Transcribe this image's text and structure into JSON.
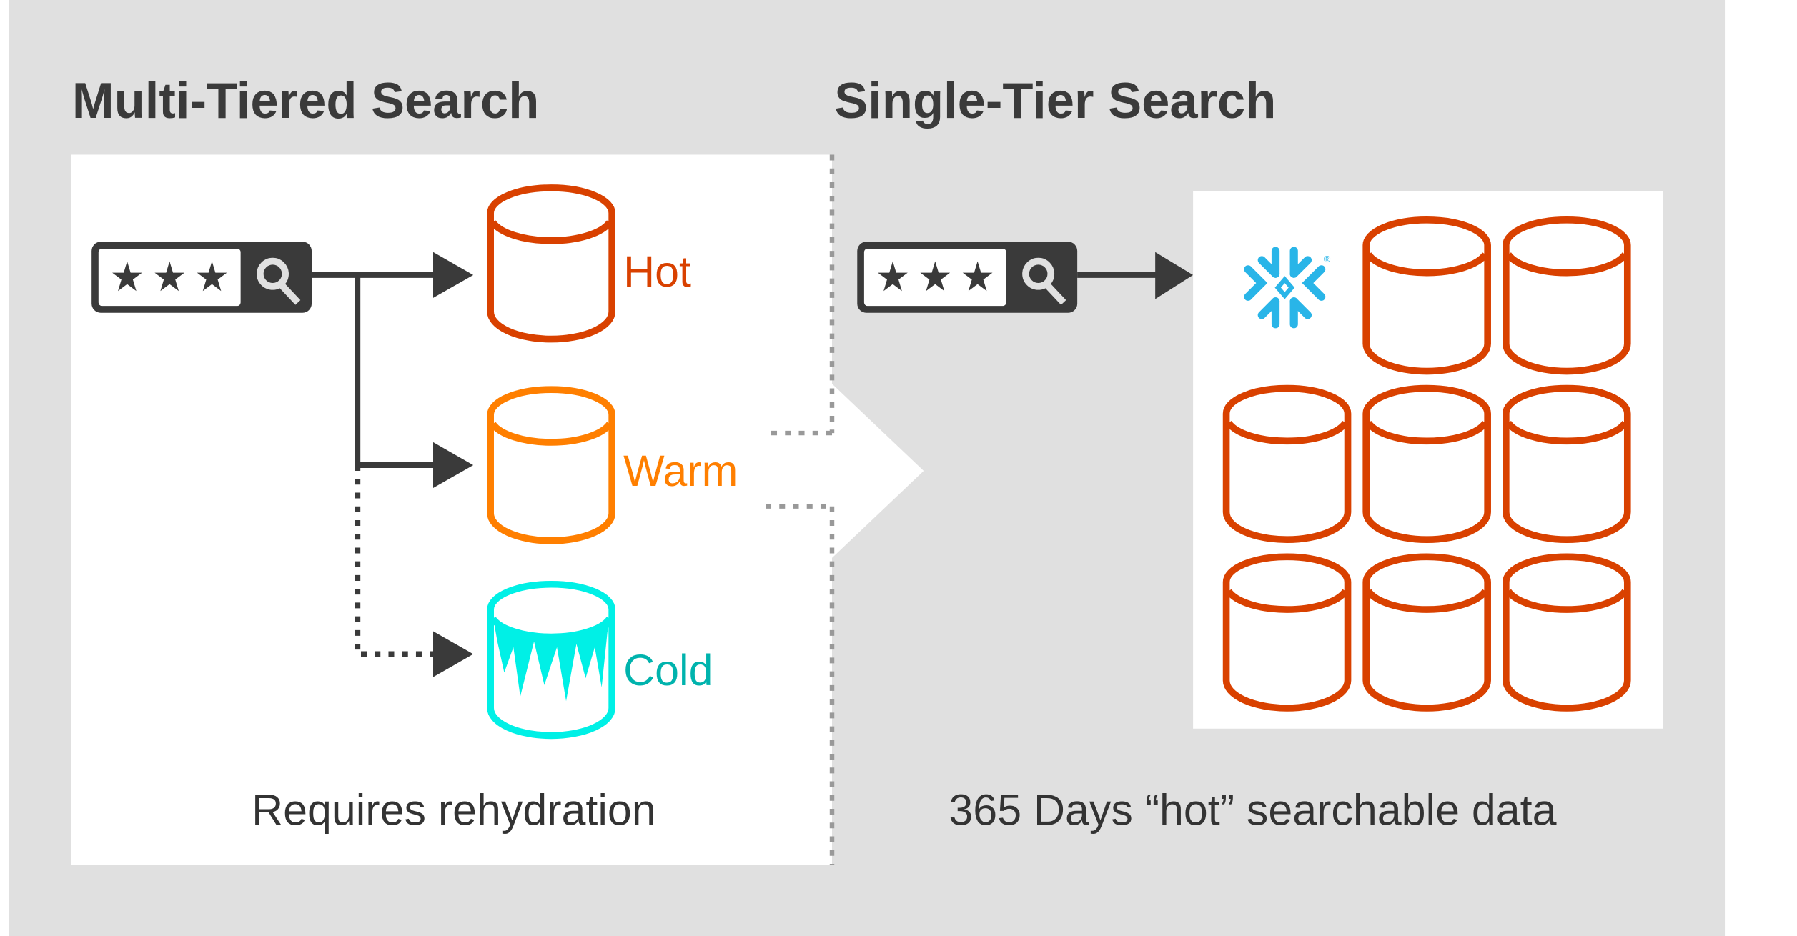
{
  "left": {
    "title": "Multi-Tiered Search",
    "tiers": [
      {
        "label": "Hot",
        "color": "#d94100"
      },
      {
        "label": "Warm",
        "color": "#ff7f00"
      },
      {
        "label": "Cold",
        "color": "#00b3ad",
        "fill": "#00f0e6"
      }
    ],
    "caption": "Requires rehydration"
  },
  "right": {
    "title": "Single-Tier Search",
    "caption": "365 Days “hot” searchable data",
    "logo": "snowflake-logo",
    "cylinder_color": "#d94100",
    "cylinder_count": 8
  },
  "search_box": {
    "icon": "search-icon",
    "stars": 3
  }
}
